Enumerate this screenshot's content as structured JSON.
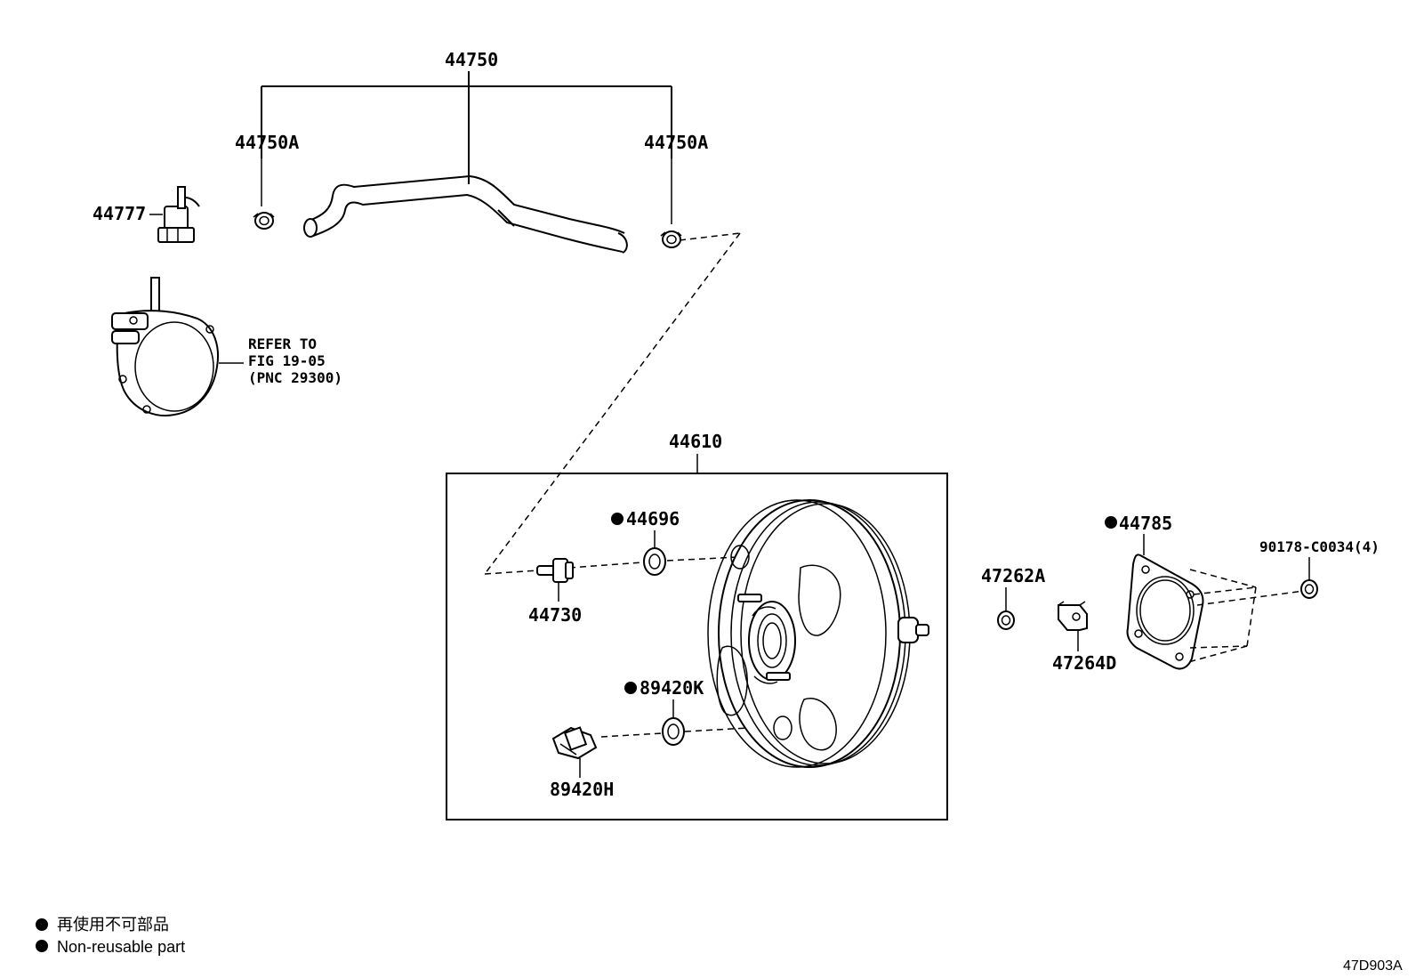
{
  "parts": {
    "p44750": "44750",
    "p44750a_left": "44750A",
    "p44750a_right": "44750A",
    "p44777": "44777",
    "refer_line1": "REFER TO",
    "refer_line2": "FIG 19-05",
    "refer_line3": "(PNC 29300)",
    "p44610": "44610",
    "p44696": "44696",
    "p44730": "44730",
    "p89420k": "89420K",
    "p89420h": "89420H",
    "p47262a": "47262A",
    "p47264d": "47264D",
    "p44785": "44785",
    "p90178": "90178-C0034(4)"
  },
  "legend": {
    "line_jp": "再使用不可部品",
    "line_en": "Non-reusable part"
  },
  "figure_code": "47D903A"
}
